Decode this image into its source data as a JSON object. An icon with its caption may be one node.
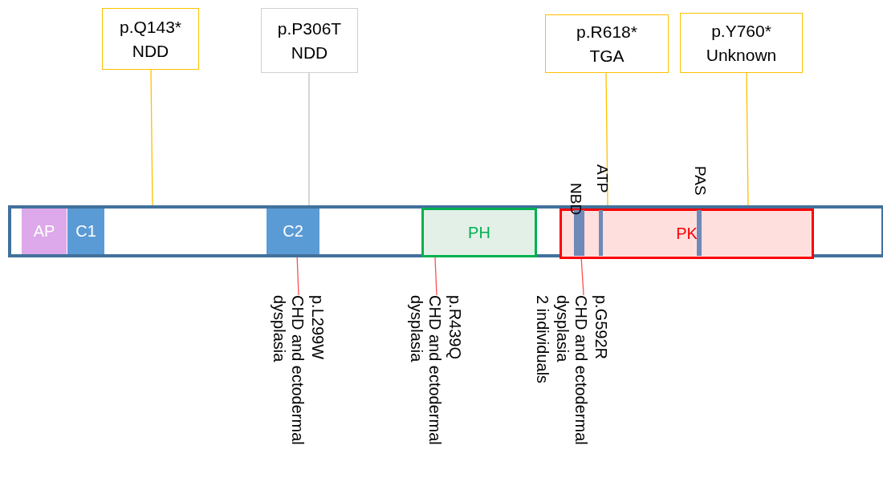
{
  "diagram": {
    "nodes": [
      {
        "text": [
          "p.Q143*",
          "NDD"
        ]
      },
      {
        "text": [
          "p.P306T",
          "NDD"
        ]
      },
      {
        "text": [
          "p.R618*",
          "TGA"
        ]
      },
      {
        "text": [
          "p.Y760*",
          "Unknown"
        ]
      },
      {
        "text": [],
        "shape": "bar"
      },
      {
        "text": [
          "AP"
        ],
        "in": 4
      },
      {
        "text": [
          "C1"
        ],
        "in": 4
      },
      {
        "text": [
          "C2"
        ],
        "in": 4
      },
      {
        "text": [
          "PH"
        ],
        "in": 4
      },
      {
        "text": [
          "PK"
        ],
        "in": 4
      },
      {
        "text": [
          "NBD"
        ],
        "in": 9
      },
      {
        "text": [
          "ATP"
        ],
        "in": 9
      },
      {
        "text": [
          "PAS"
        ],
        "in": 9
      },
      {
        "text": [
          "p.L299W",
          "CHD and ectodermal dysplasia"
        ]
      },
      {
        "text": [
          "p.R439Q",
          "CHD and ectodermal dysplasia"
        ]
      },
      {
        "text": [
          "p.G592R",
          "CHD and ectodermal dysplasia",
          "2 individuals"
        ]
      }
    ],
    "edges": [
      {
        "from": 0,
        "to": 4,
        "arrow": "none",
        "color": "#ffc000"
      },
      {
        "from": 1,
        "to": 4,
        "arrow": "none",
        "color": "#bfbfbf"
      },
      {
        "from": 2,
        "to": 4,
        "arrow": "none",
        "color": "#ffc000"
      },
      {
        "from": 3,
        "to": 4,
        "arrow": "none",
        "color": "#ffc000"
      },
      {
        "from": 13,
        "to": 7,
        "arrow": "none",
        "color": "#ff5050"
      },
      {
        "from": 14,
        "to": 8,
        "arrow": "none",
        "color": "#ff5050"
      },
      {
        "from": 15,
        "to": 10,
        "arrow": "none",
        "color": "#ff5050"
      }
    ]
  }
}
